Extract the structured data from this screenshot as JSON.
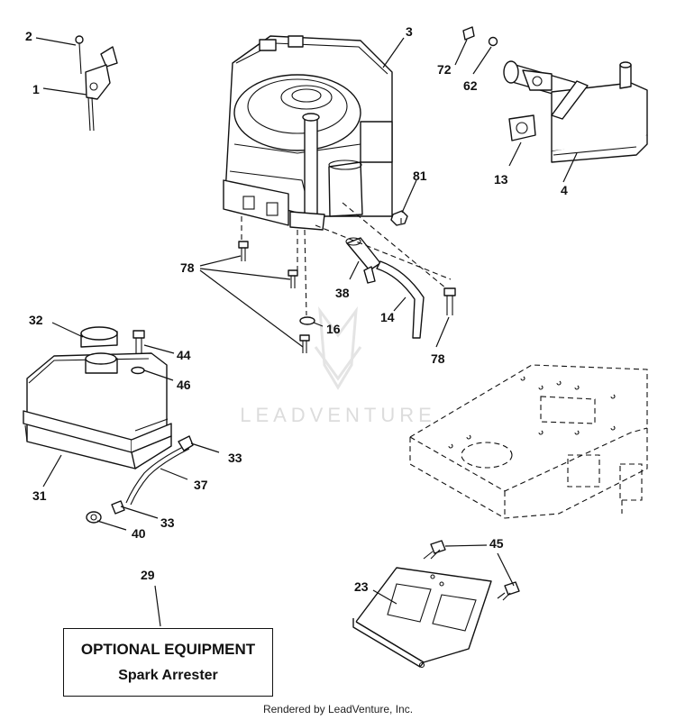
{
  "callouts": {
    "c1": "1",
    "c2": "2",
    "c3": "3",
    "c4": "4",
    "c13": "13",
    "c14": "14",
    "c16": "16",
    "c23": "23",
    "c29": "29",
    "c31": "31",
    "c32": "32",
    "c33a": "33",
    "c33b": "33",
    "c37": "37",
    "c38": "38",
    "c40": "40",
    "c44": "44",
    "c45": "45",
    "c46": "46",
    "c62": "62",
    "c72": "72",
    "c78a": "78",
    "c78b": "78",
    "c81": "81"
  },
  "optional_box": {
    "title": "OPTIONAL EQUIPMENT",
    "item": "Spark Arrester"
  },
  "watermark": "LEADVENTURE",
  "footer": "Rendered by LeadVenture, Inc.",
  "colors": {
    "line": "#111111",
    "watermark": "#dcdcdc",
    "background": "#ffffff"
  }
}
